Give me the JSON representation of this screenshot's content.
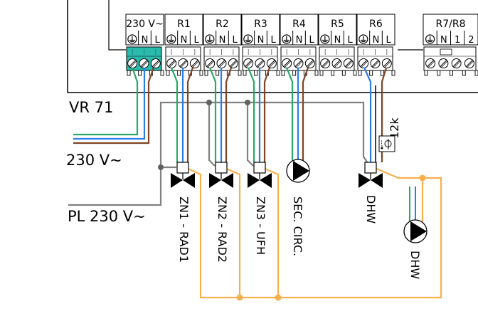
{
  "device_label": "VR 71",
  "colors": {
    "earth": "#2aa866",
    "neutral": "#2b7de9",
    "live": "#7f4426",
    "control": "#808080",
    "hydraulic": "#f7b04f",
    "supply_terminal": "#2bbbad",
    "outline": "#000000"
  },
  "terminals": [
    {
      "id": "supply",
      "label": "230 V~",
      "pins": [
        "⏚",
        "N",
        "L"
      ]
    },
    {
      "id": "R1",
      "label": "R1",
      "pins": [
        "⏚",
        "N",
        "L"
      ]
    },
    {
      "id": "R2",
      "label": "R2",
      "pins": [
        "⏚",
        "N",
        "L"
      ]
    },
    {
      "id": "R3",
      "label": "R3",
      "pins": [
        "⏚",
        "N",
        "L"
      ]
    },
    {
      "id": "R4",
      "label": "R4",
      "pins": [
        "⏚",
        "N",
        "L"
      ]
    },
    {
      "id": "R5",
      "label": "R5",
      "pins": [
        "⏚",
        "N",
        "L"
      ]
    },
    {
      "id": "R6",
      "label": "R6",
      "pins": [
        "⏚",
        "N",
        "L"
      ]
    },
    {
      "id": "R7R8",
      "label": "R7/R8",
      "pins": [
        "⏚",
        "N",
        "1",
        "2"
      ]
    }
  ],
  "labels": {
    "mains_input": "230 V~",
    "pl_input": "PL 230 V~",
    "resistor": "12k"
  },
  "devices": [
    {
      "type": "zone-valve",
      "label": "ZN1 - RAD1"
    },
    {
      "type": "zone-valve",
      "label": "ZN2 - RAD2"
    },
    {
      "type": "zone-valve",
      "label": "ZN3 - UFH"
    },
    {
      "type": "pump",
      "label": "SEC. CIRC."
    },
    {
      "type": "diverter-valve",
      "label": "DHW"
    },
    {
      "type": "pump",
      "label": "DHW"
    }
  ]
}
